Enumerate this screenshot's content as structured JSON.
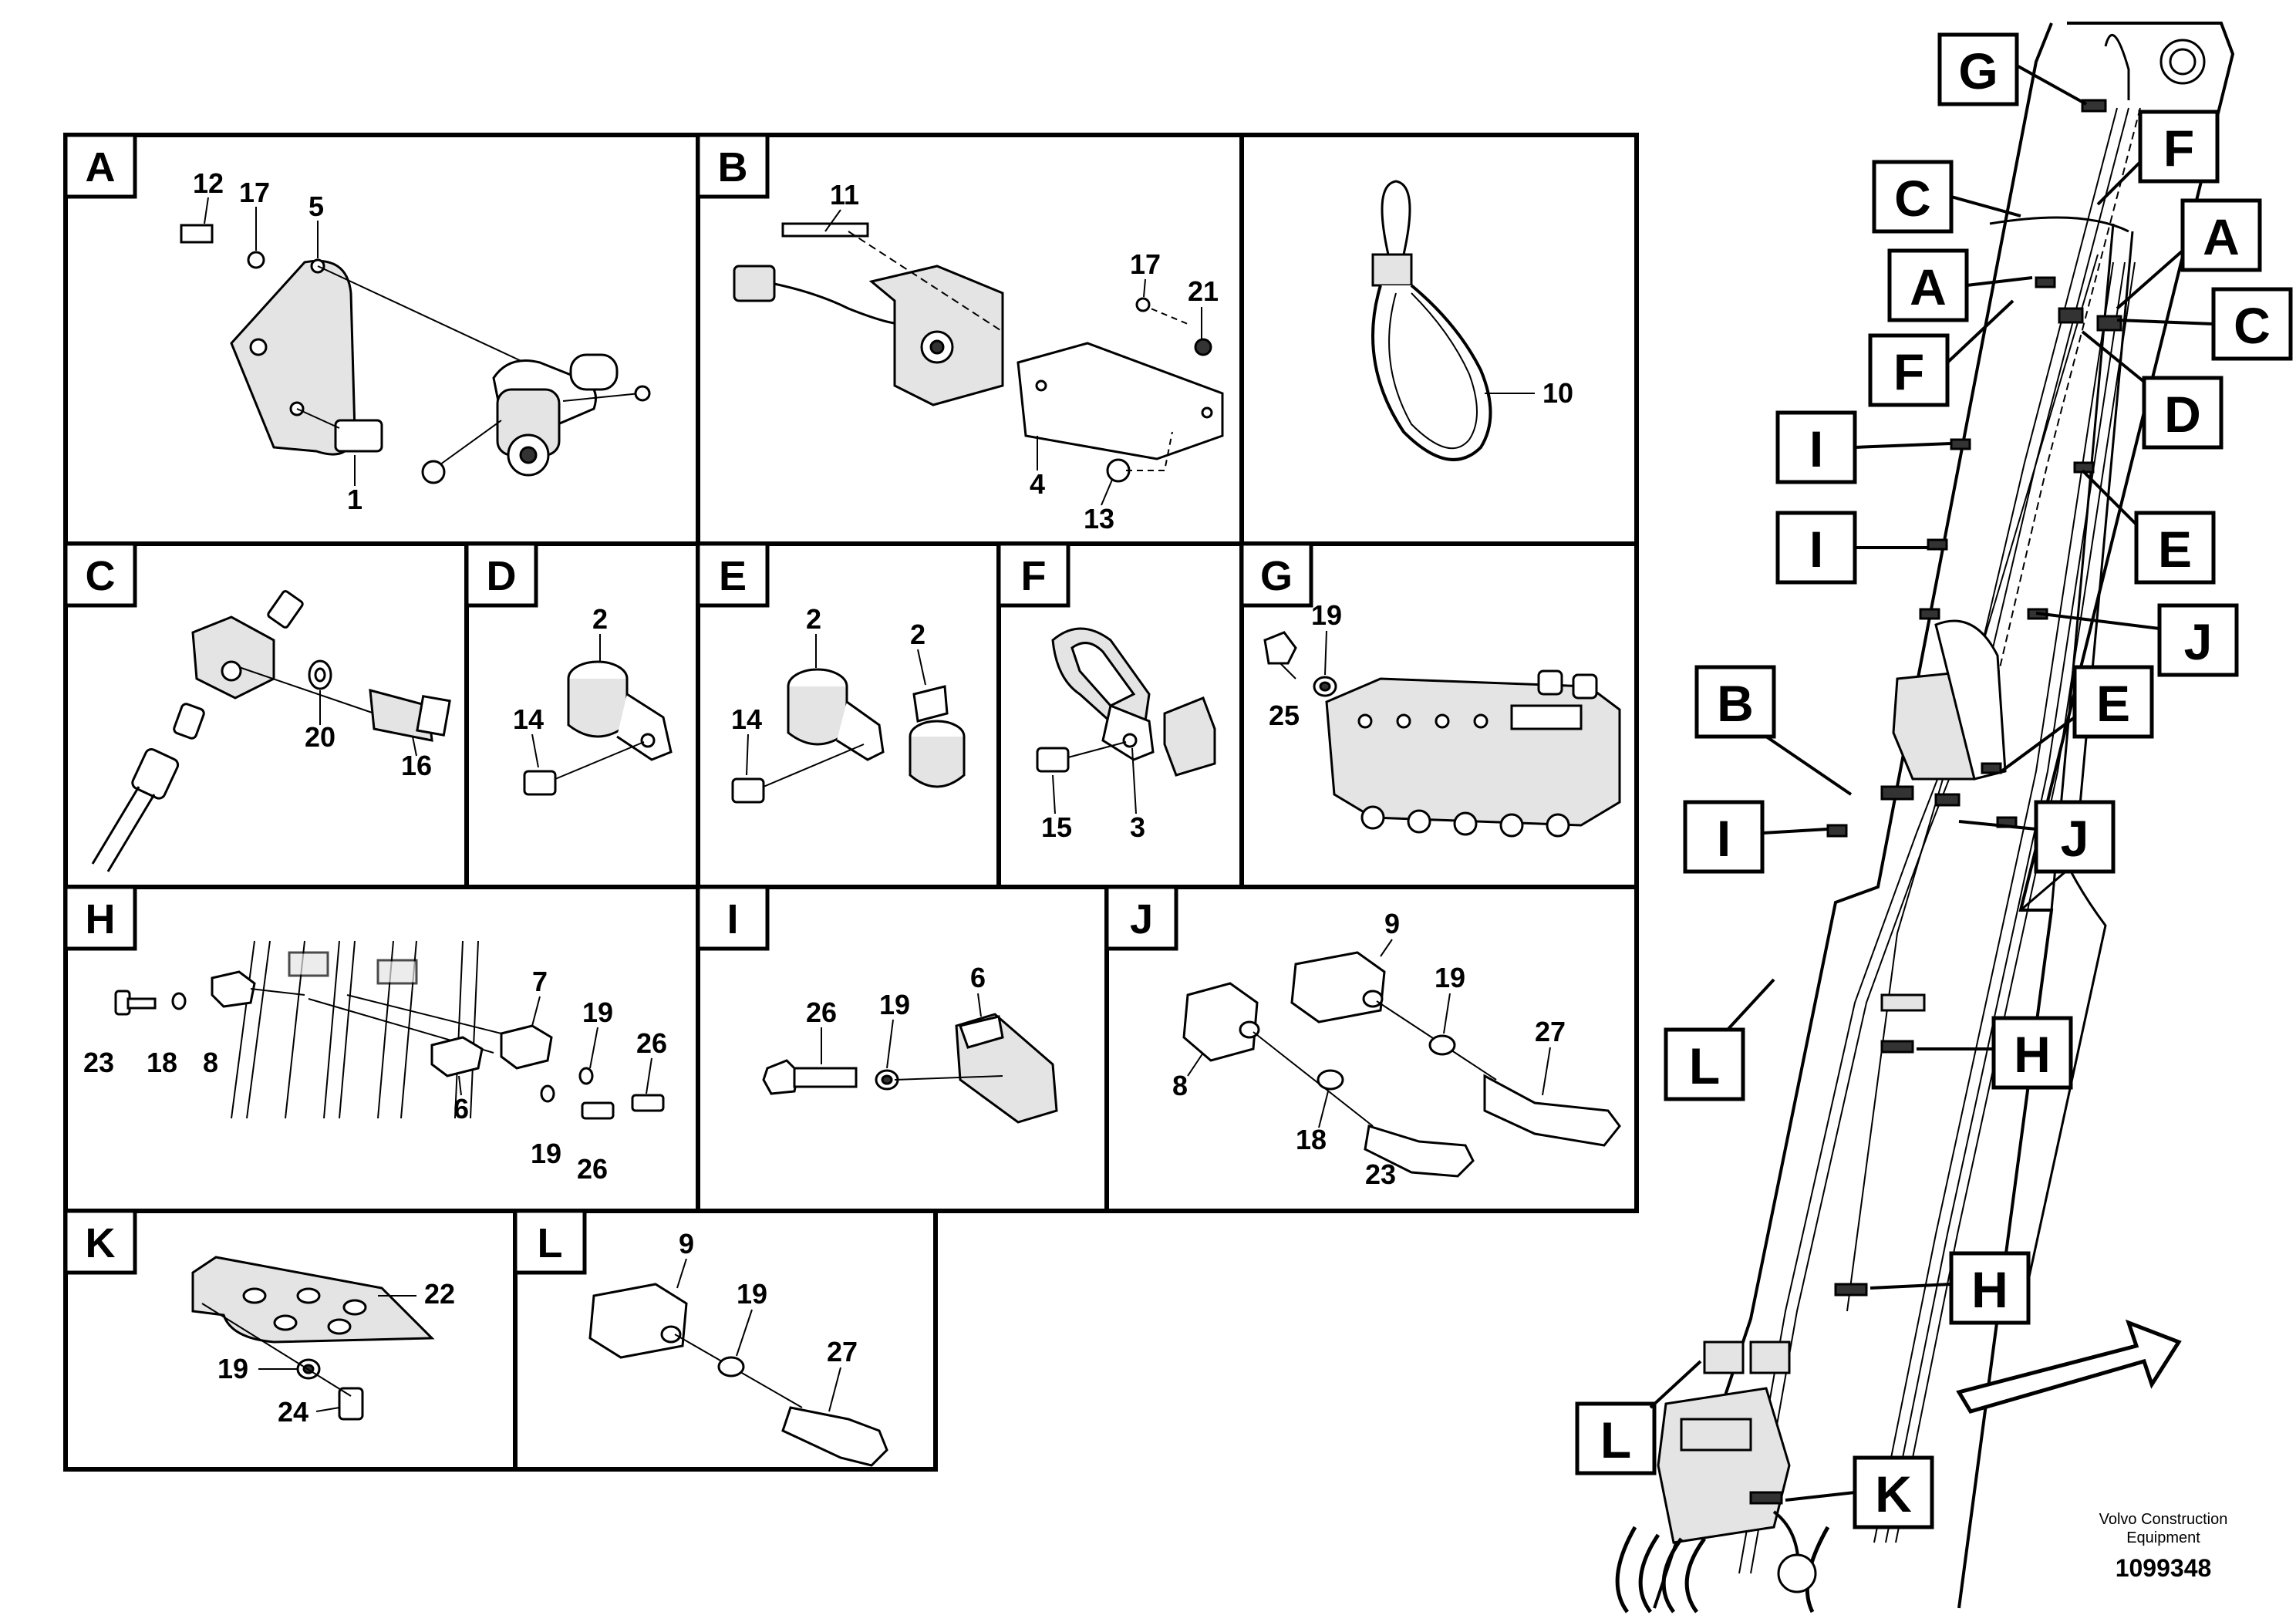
{
  "sections": {
    "A": {
      "label": "A",
      "parts": [
        "12",
        "17",
        "5",
        "1"
      ]
    },
    "B": {
      "label": "B",
      "parts": [
        "11",
        "17",
        "21",
        "4",
        "13"
      ]
    },
    "t": {
      "parts": [
        "10"
      ]
    },
    "C": {
      "label": "C",
      "parts": [
        "20",
        "16"
      ]
    },
    "D": {
      "label": "D",
      "parts": [
        "2",
        "14"
      ]
    },
    "E": {
      "label": "E",
      "parts": [
        "2",
        "2",
        "14"
      ]
    },
    "F": {
      "label": "F",
      "parts": [
        "15",
        "3"
      ]
    },
    "G": {
      "label": "G",
      "parts": [
        "19",
        "25"
      ]
    },
    "H": {
      "label": "H",
      "parts": [
        "7",
        "19",
        "26",
        "23",
        "18",
        "8",
        "6",
        "19",
        "26"
      ]
    },
    "I": {
      "label": "I",
      "parts": [
        "6",
        "26",
        "19"
      ]
    },
    "J": {
      "label": "J",
      "parts": [
        "9",
        "19",
        "27",
        "8",
        "18",
        "23"
      ]
    },
    "K": {
      "label": "K",
      "parts": [
        "22",
        "19",
        "24"
      ]
    },
    "L": {
      "label": "L",
      "parts": [
        "9",
        "19",
        "27"
      ]
    }
  },
  "callouts": [
    "G",
    "F",
    "C",
    "A",
    "A",
    "C",
    "F",
    "D",
    "I",
    "I",
    "E",
    "J",
    "B",
    "E",
    "I",
    "J",
    "L",
    "H",
    "H",
    "L",
    "K"
  ],
  "footer": {
    "credit_line1": "Volvo Construction",
    "credit_line2": "Equipment",
    "doc_number": "1099348"
  }
}
